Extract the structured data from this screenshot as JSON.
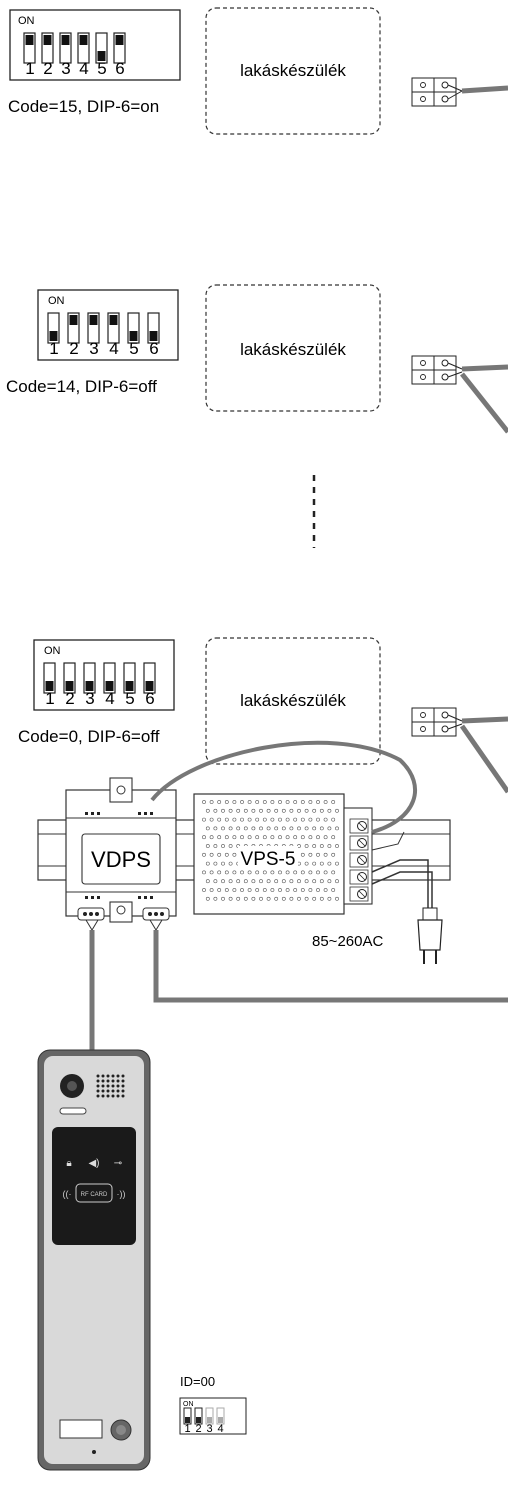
{
  "units": [
    {
      "dip_on_label": "ON",
      "dip_numbers": [
        "1",
        "2",
        "3",
        "4",
        "5",
        "6"
      ],
      "dip_states": [
        true,
        true,
        true,
        true,
        false,
        true
      ],
      "code_label": "Code=15, DIP-6=on",
      "device_label": "lakáskészülék"
    },
    {
      "dip_on_label": "ON",
      "dip_numbers": [
        "1",
        "2",
        "3",
        "4",
        "5",
        "6"
      ],
      "dip_states": [
        false,
        true,
        true,
        true,
        false,
        false
      ],
      "code_label": "Code=14, DIP-6=off",
      "device_label": "lakáskészülék"
    },
    {
      "dip_on_label": "ON",
      "dip_numbers": [
        "1",
        "2",
        "3",
        "4",
        "5",
        "6"
      ],
      "dip_states": [
        false,
        false,
        false,
        false,
        false,
        false
      ],
      "code_label": "Code=0, DIP-6=off",
      "device_label": "lakáskészülék"
    }
  ],
  "power": {
    "vdps_label": "VDPS",
    "vps_label": "VPS-5",
    "ac_label": "85~260AC"
  },
  "door_station": {
    "rf_label": "RF CARD",
    "id_label": "ID=00",
    "dip_on_label": "ON",
    "dip_numbers": [
      "1",
      "2",
      "3",
      "4"
    ],
    "dip_states": [
      false,
      false,
      false,
      false
    ]
  }
}
